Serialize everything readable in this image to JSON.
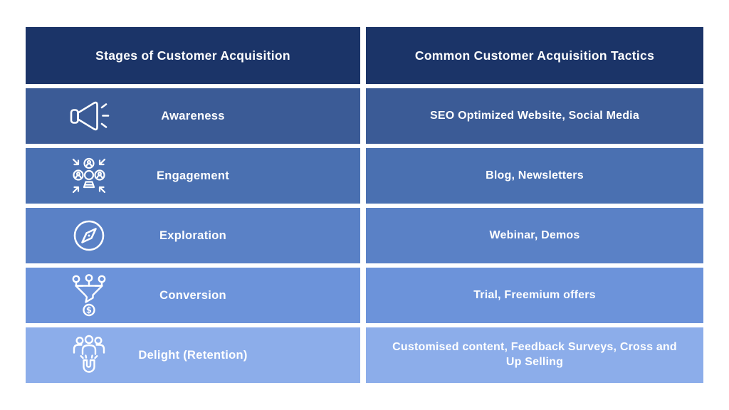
{
  "page_bg": "#ffffff",
  "text_color": "#ffffff",
  "table": {
    "header_bg": "#1b3468",
    "columns": [
      {
        "header": "Stages of Customer Acquisition"
      },
      {
        "header": "Common Customer Acquisition Tactics"
      }
    ],
    "rows": [
      {
        "stage": "Awareness",
        "tactics": "SEO Optimized Website, Social Media",
        "icon": "megaphone-icon",
        "color": "#3b5b96"
      },
      {
        "stage": "Engagement",
        "tactics": "Blog, Newsletters",
        "icon": "audience-engagement-icon",
        "color": "#4a70b1"
      },
      {
        "stage": "Exploration",
        "tactics": "Webinar, Demos",
        "icon": "compass-icon",
        "color": "#5a81c6"
      },
      {
        "stage": "Conversion",
        "tactics": "Trial, Freemium offers",
        "icon": "funnel-dollar-icon",
        "color": "#6c93da"
      },
      {
        "stage": "Delight (Retention)",
        "tactics": "Customised content, Feedback Surveys, Cross and Up Selling",
        "icon": "people-magnet-icon",
        "color": "#8cadea"
      }
    ]
  }
}
